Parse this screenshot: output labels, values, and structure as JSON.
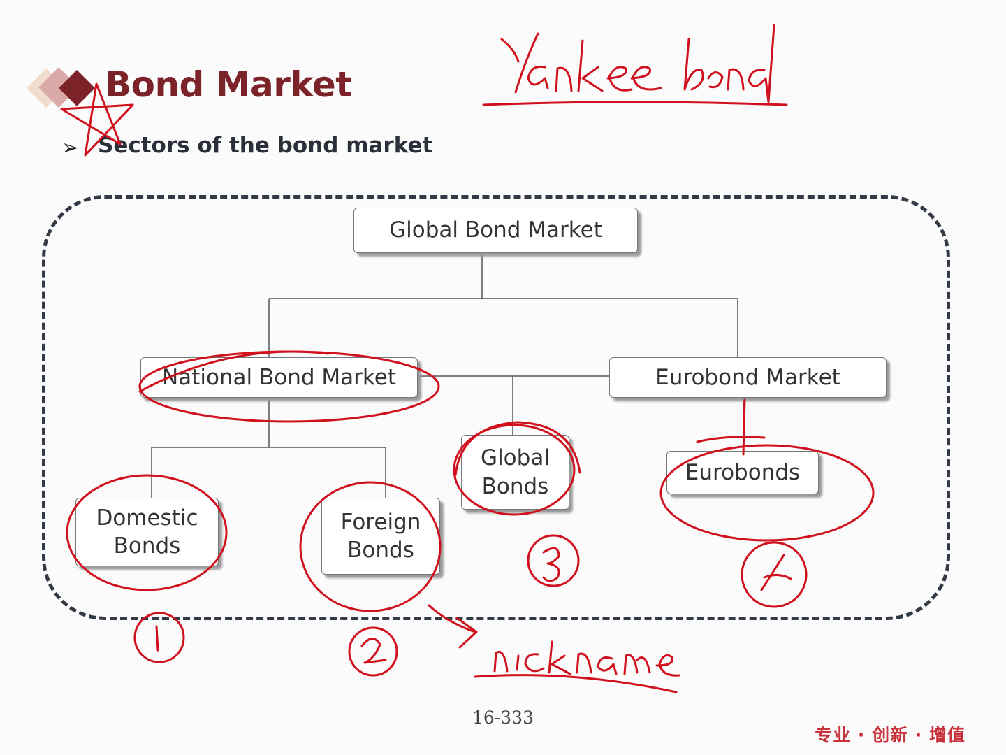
{
  "header": {
    "title": "Bond Market",
    "bullet": "➢",
    "subtitle": "Sectors of the bond market"
  },
  "diagram": {
    "root": "Global Bond Market",
    "national": "National Bond Market",
    "eurobond_market": "Eurobond Market",
    "domestic": "Domestic\nBonds",
    "foreign": "Foreign\nBonds",
    "global": "Global\nBonds",
    "eurobonds": "Eurobonds"
  },
  "annotations": {
    "top_note": "Yankee bond",
    "bottom_note": "nickname",
    "numbers": [
      "1",
      "2",
      "3",
      "4"
    ]
  },
  "footer": {
    "page_number": "16-333",
    "brand": "专业 · 创新 · 增值"
  },
  "colors": {
    "title": "#7c2229",
    "ink": "#d0101c",
    "frame": "#323a46",
    "brand": "#c8323a"
  }
}
